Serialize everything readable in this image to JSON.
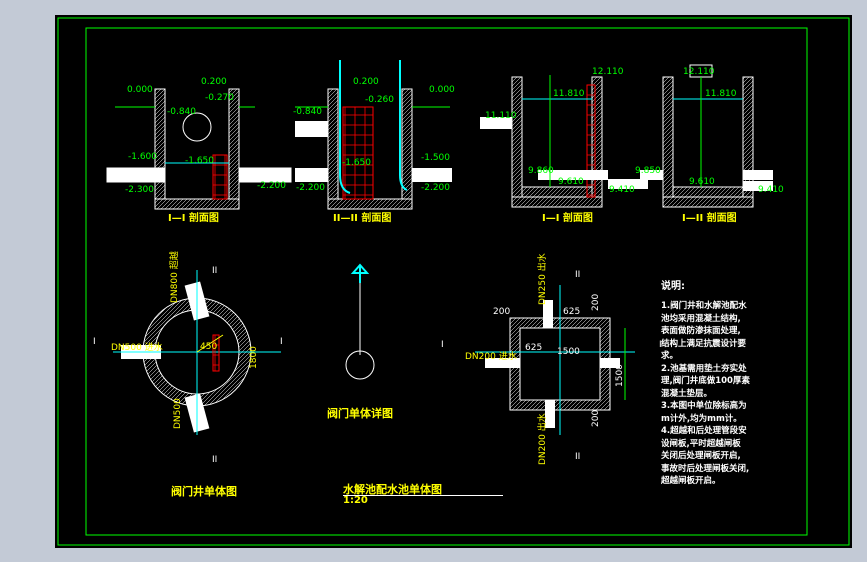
{
  "colors": {
    "background": "#000000",
    "frame": "#00ff00",
    "structure": "#ffffff",
    "title": "#ffff00",
    "dimension": "#00ff00",
    "pipe_fill": "#ffffff",
    "ladder": "#ff0000",
    "hatch": "#ffffff",
    "valve": "#00ffff",
    "water": "#00ffff",
    "chrome_bg": "#c3cad6"
  },
  "section_titles": {
    "s1": "I—I 剖面图",
    "s2": "II—II 剖面图",
    "s3": "I—I 剖面图",
    "s4": "I—II 剖面图"
  },
  "plan_titles": {
    "valve_well": "阀门井单体图",
    "valve": "阀门单体详图",
    "pool": "水解池配水池单体图",
    "pool_scale": "1:20"
  },
  "elevations": {
    "s1": [
      "0.000",
      "0.200",
      "-0.270",
      "-0.840",
      "-1.600",
      "-1.650",
      "-2.300",
      "-2.200"
    ],
    "s2": [
      "0.200",
      "-0.840",
      "-0.260",
      "0.000",
      "-1.650",
      "-1.500",
      "-2.200",
      "-2.200"
    ],
    "s3": [
      "12.110",
      "11.810",
      "11.110",
      "9.860",
      "9.610",
      "9.410"
    ],
    "s4": [
      "12.110",
      "11.810",
      "9.850",
      "9.610",
      "9.410"
    ]
  },
  "plan_labels": {
    "section_marks": [
      "II",
      "I",
      "I",
      "II",
      "II",
      "I",
      "I",
      "II"
    ],
    "well_pipe_top": "DN800 超越",
    "well_pipe_left": "DN500 进水",
    "well_pipe_bottom": "DN500",
    "well_radius": "450",
    "well_right_dim": "1800",
    "pool_pipe_top": "DN250 出水",
    "pool_pipe_left": "DN200 进水",
    "pool_pipe_bottom": "DN200 出水",
    "pool_dims": [
      "200",
      "625",
      "200",
      "625",
      "1500",
      "200",
      "1500"
    ]
  },
  "notes": {
    "heading": "说明:",
    "lines": [
      "1.阀门井和水解池配水",
      "池均采用混凝土结构,",
      "表面做防渗抹面处理,",
      "结构上满足抗震设计要",
      "求。",
      "2.池基需用垫土夯实处",
      "理,阀门井底做100厚素",
      "混凝土垫层。",
      "3.本图中单位除标高为",
      "m计外,均为mm计。",
      "4.超越和后处理管段安",
      "设闸板,平时超越闸板",
      "关闭后处理闸板开启,",
      "事故时后处理闸板关闭,",
      "超越闸板开启。"
    ]
  }
}
